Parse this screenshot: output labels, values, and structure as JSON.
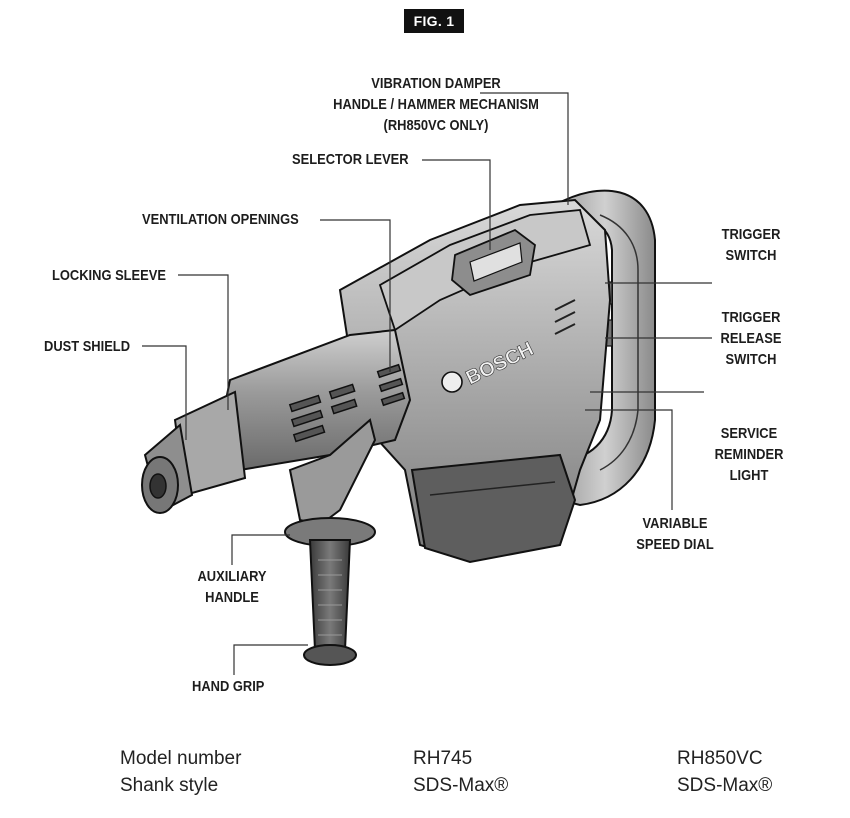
{
  "figure": {
    "badge": "FIG. 1"
  },
  "labels": {
    "vibration_damper": [
      "VIBRATION DAMPER",
      "HANDLE / HAMMER MECHANISM",
      "(RH850VC ONLY)"
    ],
    "selector_lever": [
      "SELECTOR LEVER"
    ],
    "ventilation_openings": [
      "VENTILATION OPENINGS"
    ],
    "locking_sleeve": [
      "LOCKING SLEEVE"
    ],
    "dust_shield": [
      "DUST SHIELD"
    ],
    "trigger_switch": [
      "TRIGGER",
      "SWITCH"
    ],
    "trigger_release_switch": [
      "TRIGGER",
      "RELEASE",
      "SWITCH"
    ],
    "service_reminder_light": [
      "SERVICE",
      "REMINDER",
      "LIGHT"
    ],
    "variable_speed_dial": [
      "VARIABLE",
      "SPEED DIAL"
    ],
    "auxiliary_handle": [
      "AUXILIARY",
      "HANDLE"
    ],
    "hand_grip": [
      "HAND GRIP"
    ]
  },
  "brand": "BOSCH",
  "specs": {
    "rows": [
      {
        "label": "Model number",
        "rh745": "RH745",
        "rh850vc": "RH850VC"
      },
      {
        "label": "Shank style",
        "rh745": "SDS-Max®",
        "rh850vc": "SDS-Max®"
      }
    ]
  }
}
